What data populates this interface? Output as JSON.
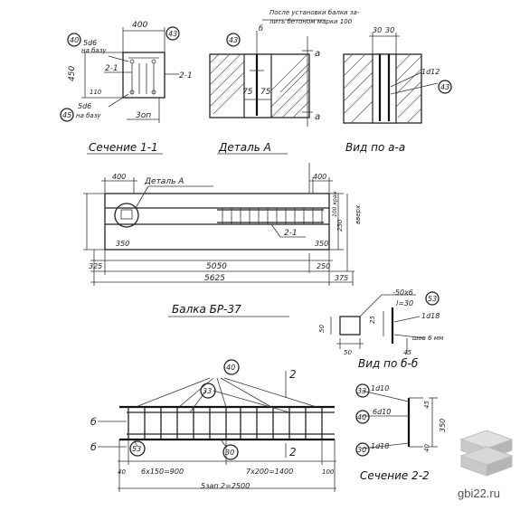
{
  "titles": {
    "section1": "Сечение 1-1",
    "detailA": "Деталь А",
    "viewAA": "Вид по а-а",
    "beam": "Балка БР-37",
    "viewBB": "Вид по б-б",
    "section2": "Сечение 2-2"
  },
  "note": {
    "line1": "После установки балки за-",
    "line2": "лить бетоном марки 100"
  },
  "section1": {
    "width": "400",
    "height": "450",
    "bar_top": "5d6",
    "bar_top_note": "на базу",
    "bar_bottom": "5d6",
    "bar_bottom_note": "на базу",
    "mark_left": "40",
    "mark_right": "43",
    "mark_bottom": "45",
    "cut": "2-1",
    "cut_left": "2-1",
    "base": "3оп",
    "dim_small": "110"
  },
  "detailA": {
    "mark": "43",
    "mark_b": "б",
    "dim1": "75",
    "dim2": "75",
    "a_top": "а",
    "a_bottom": "а"
  },
  "viewAA": {
    "dim1": "30",
    "dim2": "30",
    "bar": "1d12",
    "mark": "43"
  },
  "beam": {
    "detail_label": "Деталь А",
    "dim_top_left": "400",
    "dim_top_right": "400",
    "dim_left": "350",
    "dim_right": "350",
    "dim_right2": "250",
    "cut_label": "2-1",
    "inner_len": "5050",
    "total_len": "5625",
    "left_end": "325",
    "right_end": "250",
    "right_extra": "375",
    "side_text1": "вверх",
    "side_text2": "100 кран"
  },
  "viewBB": {
    "plate": "-50x6",
    "plate2": "l=30",
    "mark": "53",
    "bar": "1d18",
    "weld": "шов 6 мм",
    "dim_a": "50",
    "dim_b": "50",
    "dim_c": "25",
    "dim_d": "45"
  },
  "cage": {
    "mark_top": "40",
    "mark_mid": "33",
    "mark_bottom": "30",
    "mark_left": "53",
    "cut_top": "2",
    "cut_bottom": "2",
    "b_top": "б",
    "b_bottom": "б",
    "dim_left": "40",
    "dim_spacing1": "6x150=900",
    "dim_spacing2": "7x200=1400",
    "dim_right": "100",
    "dim_total": "5зап 2=2500"
  },
  "section2": {
    "mark1": "33",
    "bar1": "1d10",
    "mark2": "40",
    "bar2": "6d10",
    "mark3": "30",
    "bar3": "1d18",
    "dim_h": "350",
    "dim_t": "45",
    "dim_b": "40"
  },
  "watermark": {
    "site": "gbi22.ru",
    "icon": "stack-icon"
  }
}
